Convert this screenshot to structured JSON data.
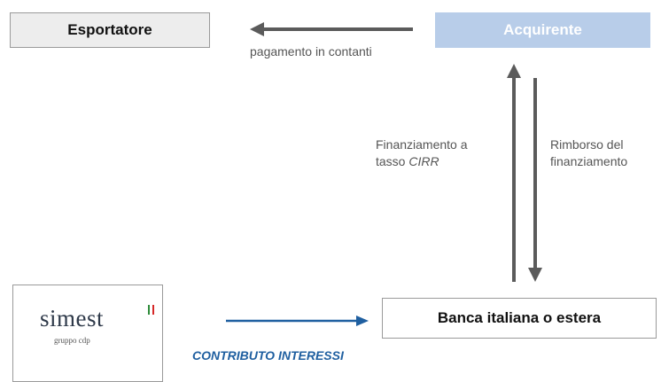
{
  "nodes": {
    "exporter": "Esportatore",
    "buyer": "Acquirente",
    "bank": "Banca italiana o estera"
  },
  "logo": {
    "name": "simest",
    "subtitle": "gruppo cdp",
    "flag_colors": [
      "#2e8b3a",
      "#ffffff",
      "#d62828"
    ]
  },
  "labels": {
    "payment": "pagamento in contanti",
    "financing_line1": "Finanziamento a",
    "financing_line2_prefix": "tasso ",
    "financing_line2_italic": "CIRR",
    "repayment_line1": "Rimborso del",
    "repayment_line2": "finanziamento",
    "contribution": "CONTRIBUTO INTERESSI"
  },
  "colors": {
    "arrow_gray": "#5b5b5b",
    "arrow_blue": "#1f5fa0",
    "buyer_fill": "#b8cde9"
  }
}
